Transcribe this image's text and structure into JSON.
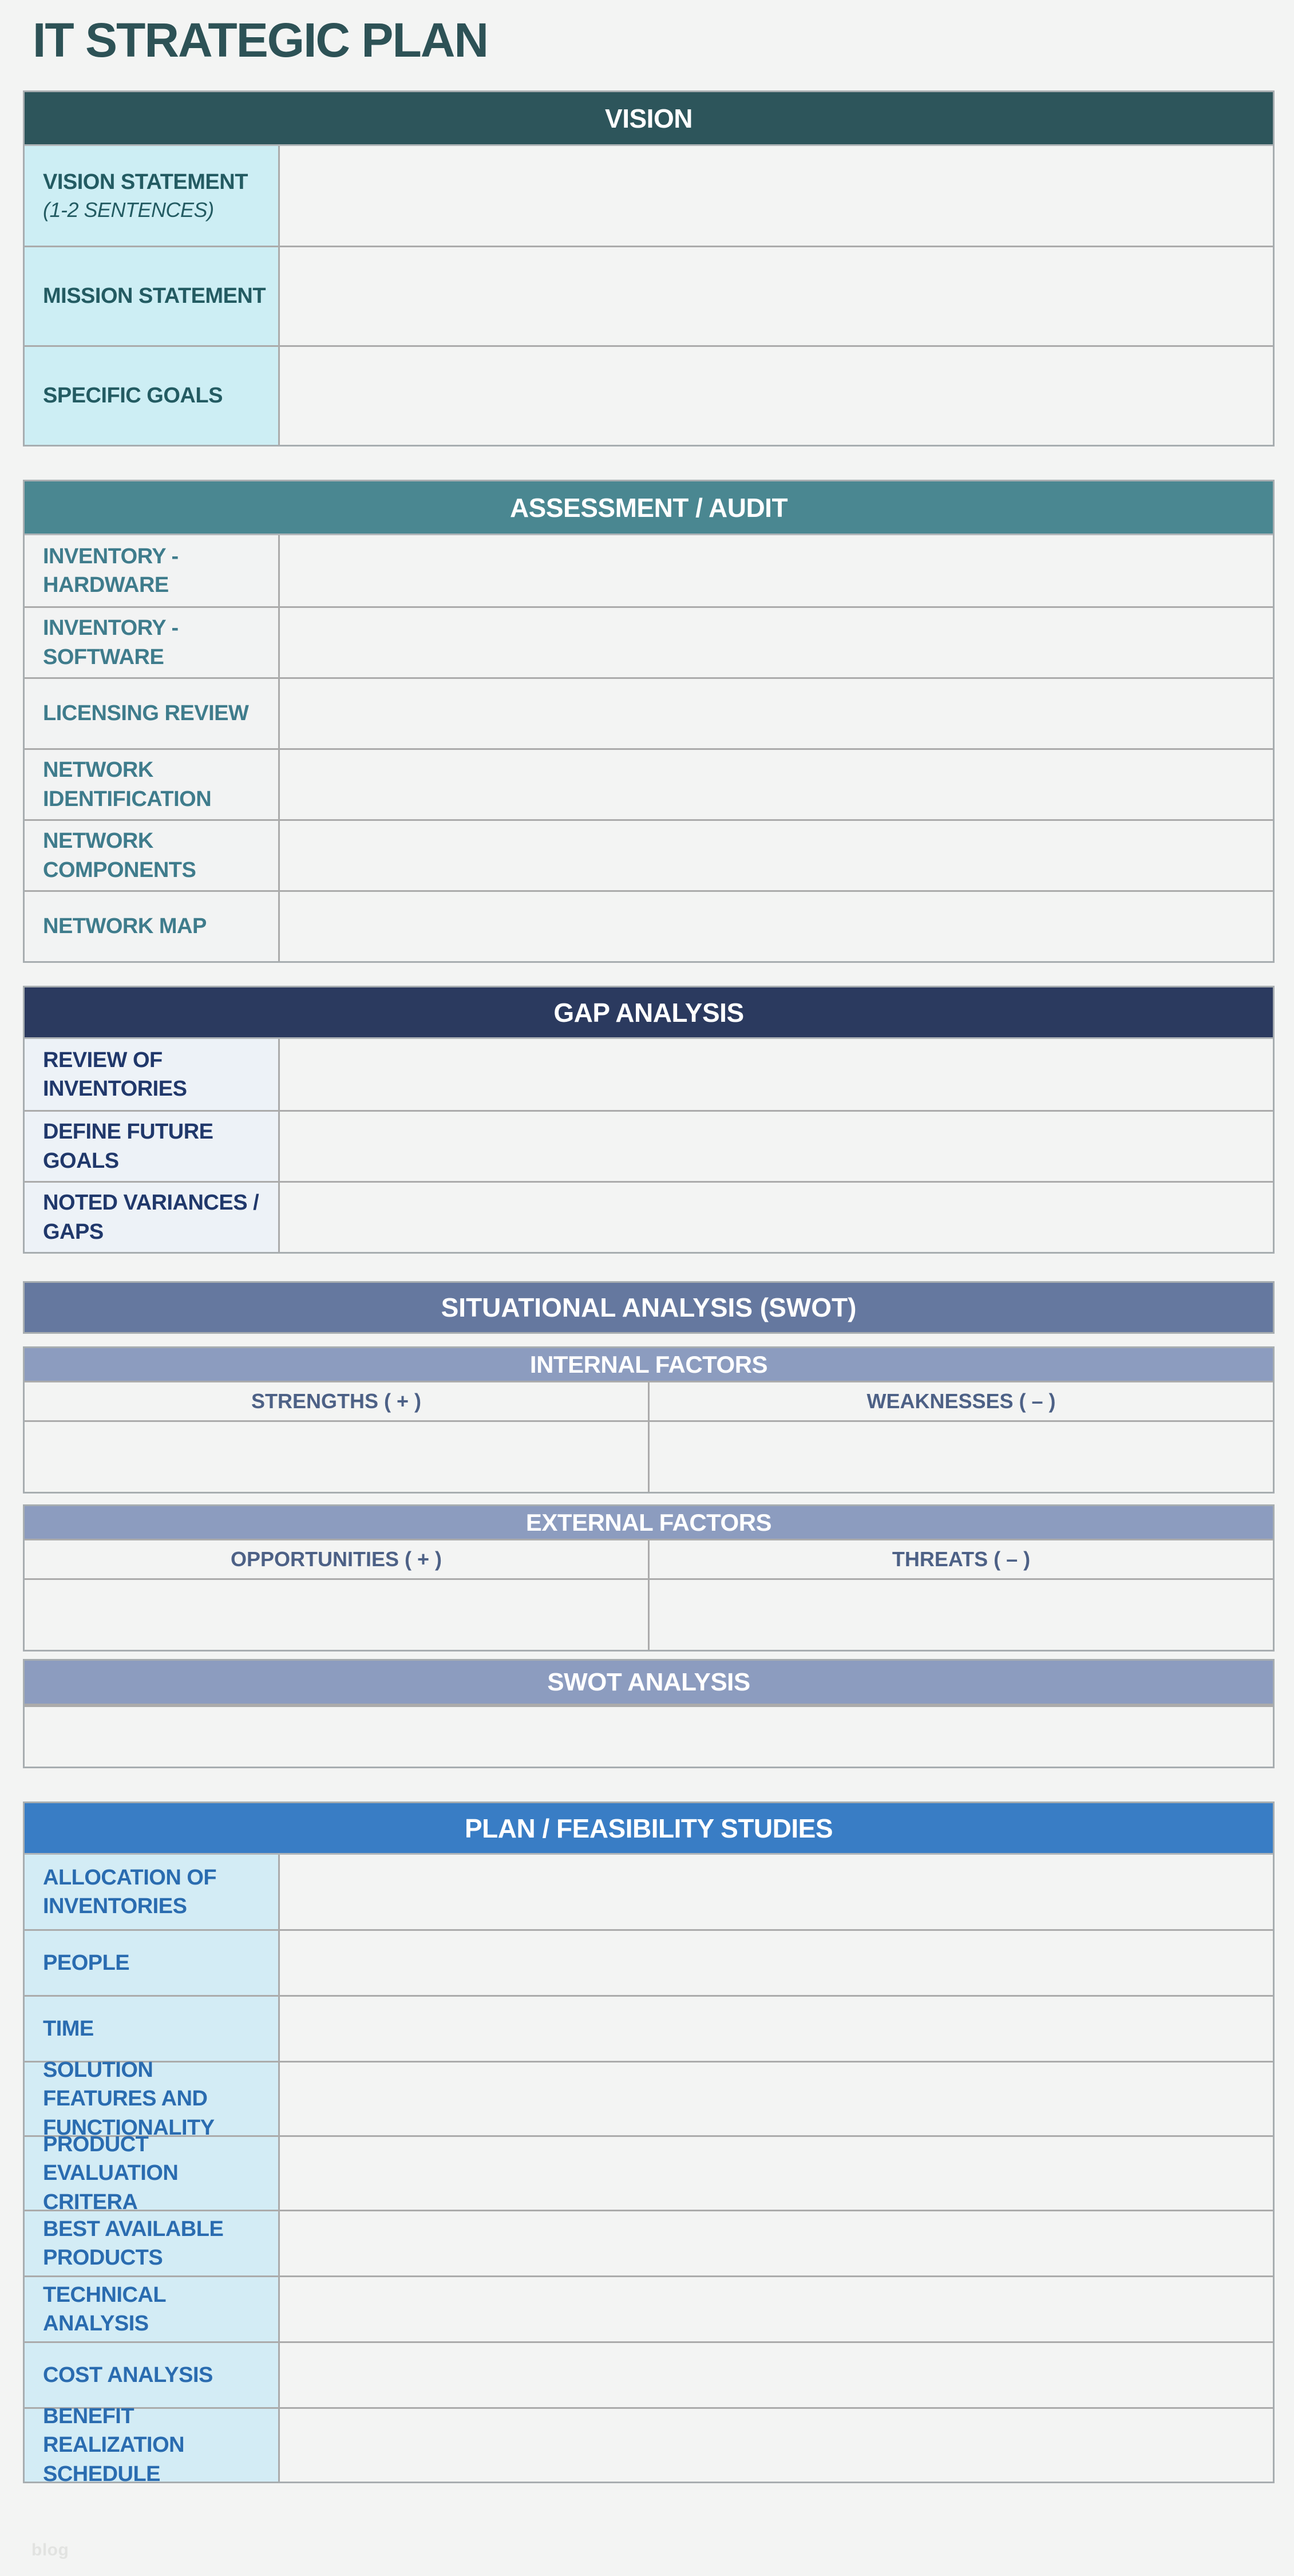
{
  "page": {
    "title": "IT STRATEGIC PLAN",
    "footer_note": "blog"
  },
  "colors": {
    "page_background": "#f3f4f3",
    "title_text": "#2d5256",
    "vision_header": "#2d555b",
    "vision_label_bg": "#cdeef4",
    "vision_label_text": "#235b62",
    "assessment_header": "#4a8791",
    "assessment_label_text": "#3f7c8c",
    "gap_header": "#2b3a5f",
    "gap_label_bg": "#edf2f7",
    "gap_label_text": "#20386b",
    "swot_header": "#65789f",
    "swot_band": "#8c9cbf",
    "swot_column_text": "#4d6186",
    "plan_header": "#397dc5",
    "plan_label_bg": "#d3ecf5",
    "plan_label_text": "#2a6cb0",
    "grid_border": "#ababab"
  },
  "sections": {
    "vision": {
      "title": "VISION",
      "rows": [
        {
          "label": "VISION STATEMENT",
          "note": "(1-2 SENTENCES)"
        },
        {
          "label": "MISSION STATEMENT"
        },
        {
          "label": "SPECIFIC GOALS"
        }
      ]
    },
    "assessment": {
      "title": "ASSESSMENT / AUDIT",
      "rows": [
        {
          "label": "INVENTORY - HARDWARE"
        },
        {
          "label": "INVENTORY - SOFTWARE"
        },
        {
          "label": "LICENSING REVIEW"
        },
        {
          "label": "NETWORK IDENTIFICATION"
        },
        {
          "label": "NETWORK COMPONENTS"
        },
        {
          "label": "NETWORK MAP"
        }
      ]
    },
    "gap": {
      "title": "GAP ANALYSIS",
      "rows": [
        {
          "label": "REVIEW OF INVENTORIES"
        },
        {
          "label": "DEFINE FUTURE GOALS"
        },
        {
          "label": "NOTED VARIANCES / GAPS"
        }
      ]
    },
    "swot": {
      "title": "SITUATIONAL ANALYSIS (SWOT)",
      "internal": {
        "title": "INTERNAL FACTORS",
        "columns": [
          "STRENGTHS ( + )",
          "WEAKNESSES ( – )"
        ]
      },
      "external": {
        "title": "EXTERNAL FACTORS",
        "columns": [
          "OPPORTUNITIES ( + )",
          "THREATS ( – )"
        ]
      },
      "analysis": {
        "title": "SWOT ANALYSIS"
      }
    },
    "plan": {
      "title": "PLAN / FEASIBILITY STUDIES",
      "rows": [
        {
          "label": "ALLOCATION OF INVENTORIES"
        },
        {
          "label": "PEOPLE"
        },
        {
          "label": "TIME"
        },
        {
          "label": "SOLUTION FEATURES AND FUNCTIONALITY"
        },
        {
          "label": "PRODUCT EVALUATION CRITERA"
        },
        {
          "label": "BEST AVAILABLE PRODUCTS"
        },
        {
          "label": "TECHNICAL ANALYSIS"
        },
        {
          "label": "COST ANALYSIS"
        },
        {
          "label": "BENEFIT REALIZATION SCHEDULE"
        }
      ]
    }
  }
}
